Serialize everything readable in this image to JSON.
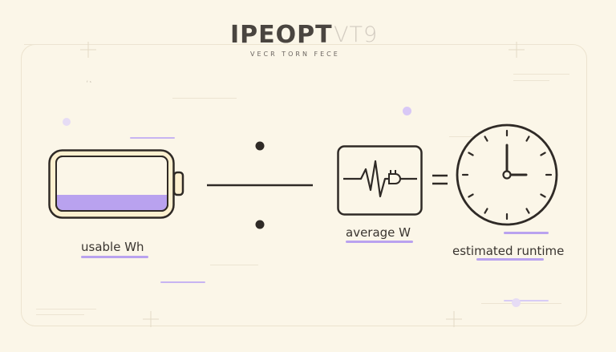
{
  "header": {
    "title": "IPEOPT",
    "title_ghost": "VT9",
    "subtitle": "VECR TORN FECE"
  },
  "labels": {
    "battery": "usable Wh",
    "power": "average W",
    "runtime": "estimated runtime"
  },
  "corner_mark": "ᶠ ˢ",
  "colors": {
    "accent": "#b9a2ef",
    "battery_fill": "#b9a2ef",
    "ink": "#2f2a26",
    "background": "#fbf6e8"
  },
  "icons": [
    "battery-icon",
    "divide-icon",
    "power-waveform-icon",
    "equals-icon",
    "clock-icon"
  ]
}
